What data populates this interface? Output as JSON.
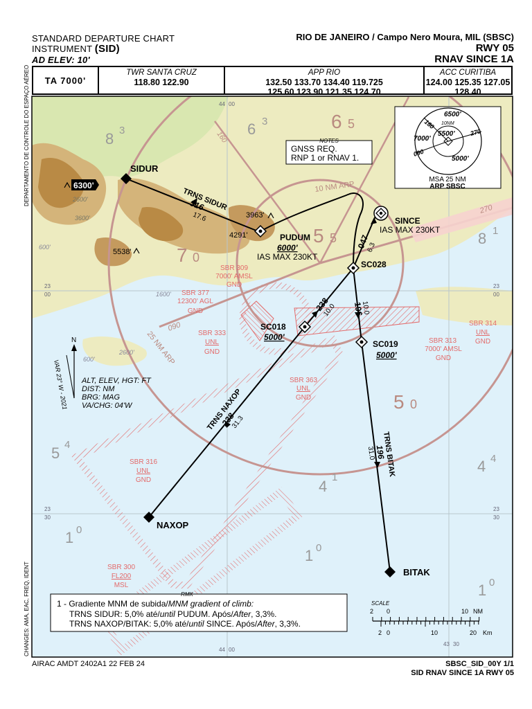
{
  "header": {
    "chart_type_line1": "STANDARD DEPARTURE  CHART",
    "chart_type_line2": "INSTRUMENT",
    "chart_type_abbr": "(SID)",
    "ad_elev": "AD ELEV: 10'",
    "airport": "RIO DE JANEIRO / Campo Nero Moura, MIL (SBSC)",
    "runway": "RWY 05",
    "procedure": "RNAV SINCE 1A"
  },
  "freq": {
    "ta": "TA 7000'",
    "twr_name": "TWR SANTA CRUZ",
    "twr_freqs": "118.80 122.90",
    "app_name": "APP RIO",
    "app_freqs_1": "132.50 133.70 134.40 119.725",
    "app_freqs_2": "125.60 123.90 121.35 124.70",
    "acc_name": "ACC CURITIBA",
    "acc_freqs_1": "124.00 125.35 127.05",
    "acc_freqs_2": "128.40"
  },
  "side_labels": {
    "left_top": "DEPARTAMENTO DE CONTROLE DO ESPAÇO AÉREO",
    "left_bottom": "CHANGES: AMA, EAC, FREQ, IDENT"
  },
  "notes": {
    "title": "NOTES",
    "line1": "GNSS REQ.",
    "line2": "RNP 1 or RNAV 1."
  },
  "msa": {
    "title": "MSA 25 NM",
    "ref": "ARP SBSC",
    "sectors": [
      "6500'",
      "7000'",
      "5000'",
      "5500'"
    ],
    "bearings": [
      "160",
      "270",
      "090"
    ],
    "radius": "10NM"
  },
  "arcs": {
    "ten_nm": "10 NM ARP",
    "twentyfive_nm": "25 NM ARP"
  },
  "waypoints": {
    "sidur": "SIDUR",
    "pudum": "PUDUM",
    "pudum_alt": "6000'",
    "pudum_ias": "IAS MAX 230KT",
    "since": "SINCE",
    "since_ias": "IAS MAX 230KT",
    "sc028": "SC028",
    "sc018": "SC018",
    "sc018_alt": "5000'",
    "sc019": "SC019",
    "sc019_alt": "5000'",
    "naxop": "NAXOP",
    "bitak": "BITAK"
  },
  "legs": {
    "trns_sidur": "TRNS SIDUR",
    "sidur_brg": "316",
    "sidur_dist": "17.6",
    "since_brg": "047",
    "since_dist": "6.3",
    "sc018_brg": "238",
    "sc018_dist": "10.0",
    "sc019_brg": "196",
    "sc019_dist": "10.0",
    "trns_naxop": "TRNS NAXOP",
    "naxop_brg": "238",
    "naxop_dist": "31.3",
    "trns_bitak": "TRNS BITAK",
    "bitak_brg": "196",
    "bitak_dist": "31.0"
  },
  "elevations": {
    "peak_6300": "6300'",
    "peak_3963": "3963'",
    "peak_4291": "4291'",
    "peak_5538": "5538'",
    "c2600": "2600'",
    "c3600": "3600'",
    "c1600": "1600'",
    "c600": "600'"
  },
  "grid": {
    "mora": [
      [
        "8",
        "3"
      ],
      [
        "6",
        "3"
      ],
      [
        "6",
        "5"
      ],
      [
        "5",
        "5"
      ],
      [
        "7",
        "0"
      ],
      [
        "8",
        "1"
      ],
      [
        "5",
        "4"
      ],
      [
        "4",
        "1"
      ],
      [
        "5",
        "0"
      ],
      [
        "4",
        "4"
      ],
      [
        "1",
        "0"
      ],
      [
        "1",
        "0"
      ],
      [
        "1",
        "0"
      ]
    ],
    "lat_23": "23",
    "lat_23_00": "00",
    "lat_23_30": "30",
    "lon_44_00": "44",
    "lon_44_00b": "00",
    "lon_43_30": "43",
    "lon_43_30b": "30"
  },
  "airspace": {
    "sbr309": [
      "SBR 309",
      "7000' AMSL",
      "GND"
    ],
    "sbr377": [
      "SBR 377",
      "12300' AGL",
      "GND"
    ],
    "sbr333": [
      "SBR 333",
      "UNL",
      "GND"
    ],
    "sbr363": [
      "SBR 363",
      "UNL",
      "GND"
    ],
    "sbr313": [
      "SBR 313",
      "7000' AMSL",
      "GND"
    ],
    "sbr314": [
      "SBR 314",
      "UNL",
      "GND"
    ],
    "sbr316": [
      "SBR 316",
      "UNL",
      "GND"
    ],
    "sbr300": [
      "SBR 300",
      "FL200",
      "MSL"
    ]
  },
  "runway_brgs": {
    "r270": "270",
    "r090": "090"
  },
  "legend": {
    "north": "N",
    "var": "VAR 23° W - 2021",
    "line1": "ALT, ELEV, HGT: FT",
    "line2": "DIST: NM",
    "line3": "BRG: MAG",
    "line4": "VA/CHG: 04'W"
  },
  "rmk": {
    "title": "RMK",
    "line1_a": "1 - Gradiente MNM de subida/",
    "line1_b": "MNM gradient of climb:",
    "line2_a": "TRNS SIDUR: 5,0% até/",
    "line2_b": "until",
    "line2_c": " PUDUM. Após/",
    "line2_d": "After",
    "line2_e": ", 3,3%.",
    "line3_a": "TRNS NAXOP/BITAK: 5,0% até/",
    "line3_b": "until",
    "line3_c": " SINCE. Após/",
    "line3_d": "After",
    "line3_e": ",  3,3%."
  },
  "scale": {
    "title": "SCALE",
    "nm_labels": [
      "2",
      "0",
      "10",
      "NM"
    ],
    "km_labels": [
      "2",
      "0",
      "10",
      "20",
      "Km"
    ]
  },
  "footer": {
    "amdt": "AIRAC AMDT 2402A1  22 FEB 24",
    "id": "SBSC_SID_00Y 1/1",
    "title": "SID RNAV SINCE 1A RWY 05"
  }
}
